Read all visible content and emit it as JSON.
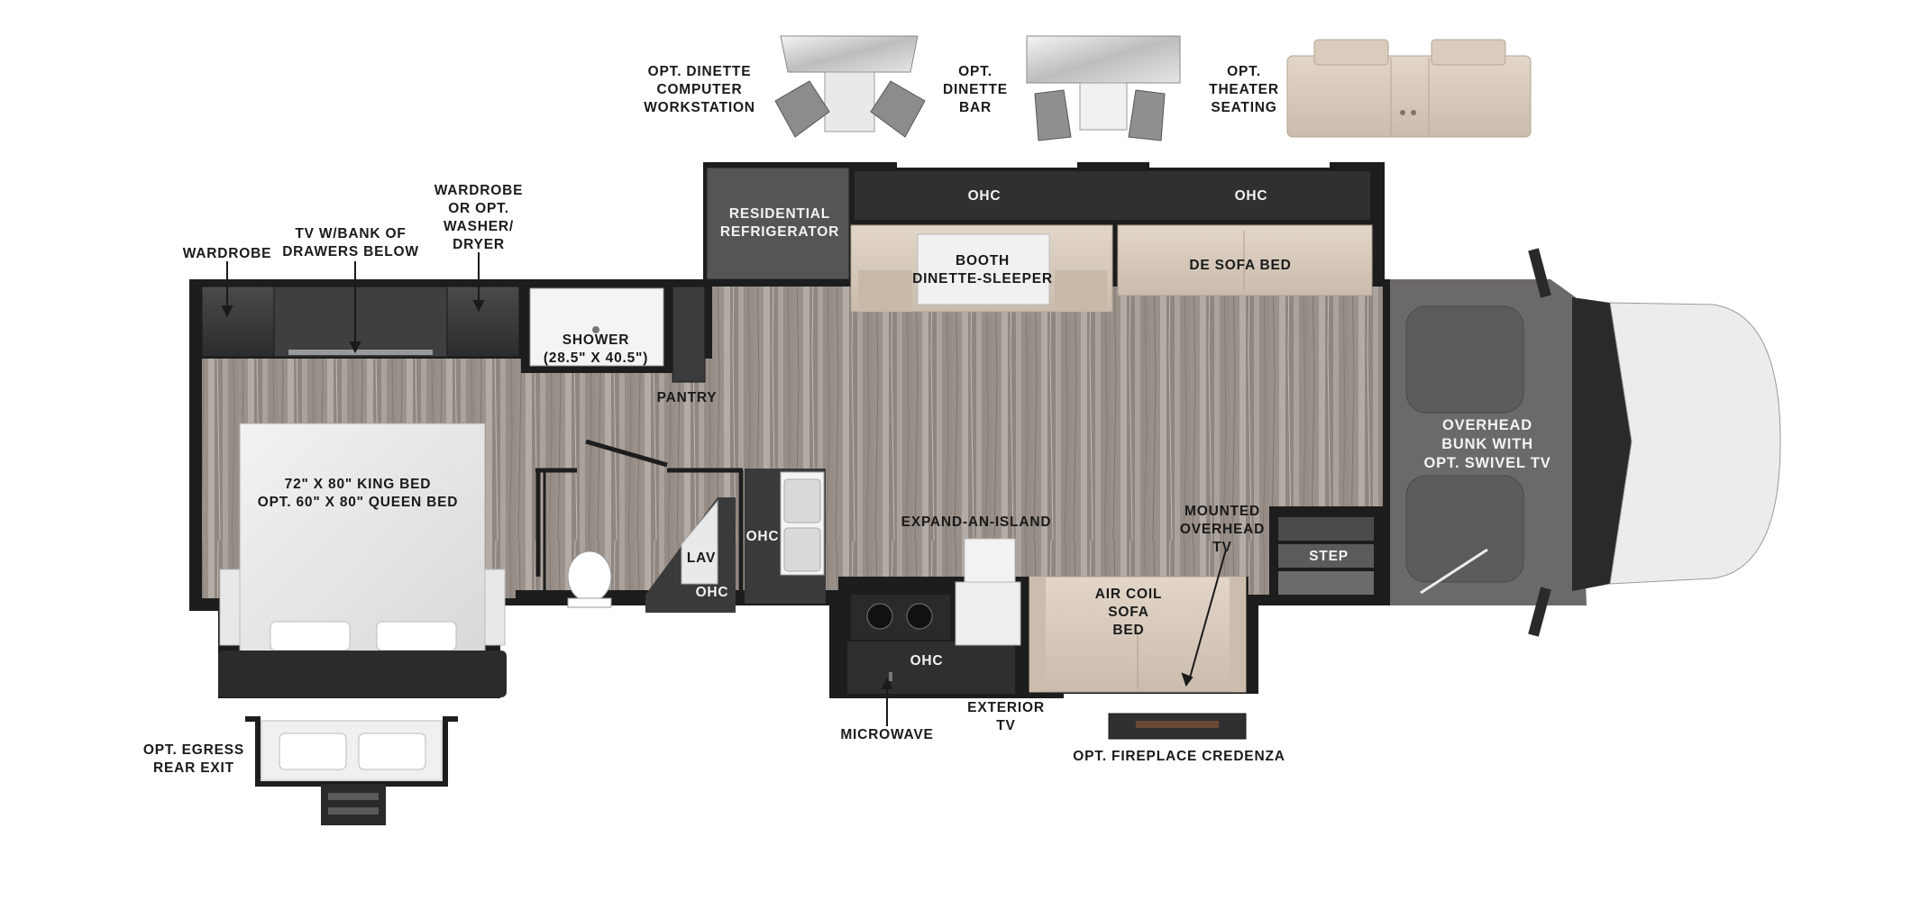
{
  "colors": {
    "background": "#ffffff",
    "wall": "#1d1d1d",
    "floor": "#a39a93",
    "cabinet": "#3a3a3a",
    "sofa": "#d6c9ba",
    "cab_gray": "#6c6a69",
    "label": "#1a1a1a"
  },
  "labels": {
    "opt_dinette_workstation": [
      "OPT. DINETTE",
      "COMPUTER",
      "WORKSTATION"
    ],
    "opt_dinette_bar": [
      "OPT.",
      "DINETTE",
      "BAR"
    ],
    "opt_theater_seating": [
      "OPT.",
      "THEATER",
      "SEATING"
    ],
    "wardrobe": [
      "WARDROBE"
    ],
    "tv_bank": [
      "TV W/BANK OF",
      "DRAWERS BELOW"
    ],
    "wardrobe_washer": [
      "WARDROBE",
      "OR OPT.",
      "WASHER/",
      "DRYER"
    ],
    "residential_refrigerator": [
      "RESIDENTIAL",
      "REFRIGERATOR"
    ],
    "ohc_1": [
      "OHC"
    ],
    "ohc_2": [
      "OHC"
    ],
    "booth_dinette": [
      "BOOTH",
      "DINETTE-SLEEPER"
    ],
    "de_sofa_bed": [
      "DE SOFA BED"
    ],
    "shower": [
      "SHOWER",
      "(28.5\" X 40.5\")"
    ],
    "pantry": [
      "PANTRY"
    ],
    "king_bed": [
      "72\" X 80\" KING BED",
      "OPT. 60\" X 80\" QUEEN BED"
    ],
    "lav": [
      "LAV"
    ],
    "ohc_bath": [
      "OHC"
    ],
    "ohc_galley": [
      "OHC"
    ],
    "expand_island": [
      "EXPAND-AN-ISLAND"
    ],
    "mounted_tv": [
      "MOUNTED",
      "OVERHEAD",
      "TV"
    ],
    "step": [
      "STEP"
    ],
    "overhead_bunk": [
      "OVERHEAD",
      "BUNK WITH",
      "OPT. SWIVEL TV"
    ],
    "air_coil_sofa": [
      "AIR COIL",
      "SOFA",
      "BED"
    ],
    "ohc_kitchen": [
      "OHC"
    ],
    "microwave": [
      "MICROWAVE"
    ],
    "exterior_tv": [
      "EXTERIOR",
      "TV"
    ],
    "fireplace": [
      "OPT. FIREPLACE CREDENZA"
    ],
    "egress": [
      "OPT. EGRESS",
      "REAR EXIT"
    ]
  }
}
